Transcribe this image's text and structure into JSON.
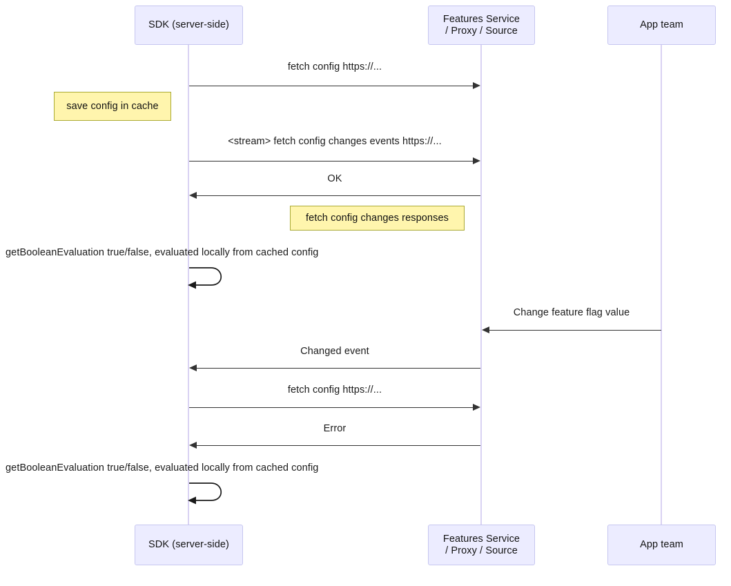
{
  "diagram": {
    "type": "sequence-diagram",
    "title": "",
    "participants": [
      {
        "id": "sdk",
        "label": "SDK (server-side)"
      },
      {
        "id": "features",
        "label": "Features Service\n/ Proxy / Source"
      },
      {
        "id": "appteam",
        "label": "App team"
      }
    ],
    "colors": {
      "participant_fill": "#ececff",
      "participant_border": "#c6c6f0",
      "lifeline": "#d9d2f3",
      "arrow": "#333333",
      "note_fill": "#fff5ad",
      "note_border": "#aaaa33",
      "text": "#1a1a1a",
      "background": "#ffffff"
    },
    "messages": [
      {
        "id": "m1",
        "from": "sdk",
        "to": "features",
        "direction": "right",
        "label": "fetch config https://..."
      },
      {
        "id": "m2",
        "from": "sdk",
        "to": "features",
        "direction": "right",
        "label": "<stream> fetch config changes events https://..."
      },
      {
        "id": "m3",
        "from": "features",
        "to": "sdk",
        "direction": "left",
        "label": "OK"
      },
      {
        "id": "m4",
        "from": "sdk",
        "to": "sdk",
        "direction": "self",
        "label": "getBooleanEvaluation true/false, evaluated locally from cached config"
      },
      {
        "id": "m5",
        "from": "appteam",
        "to": "features",
        "direction": "left",
        "label": "Change feature flag value"
      },
      {
        "id": "m6",
        "from": "features",
        "to": "sdk",
        "direction": "left",
        "label": "Changed event"
      },
      {
        "id": "m7",
        "from": "sdk",
        "to": "features",
        "direction": "right",
        "label": "fetch config https://..."
      },
      {
        "id": "m8",
        "from": "features",
        "to": "sdk",
        "direction": "left",
        "label": "Error"
      },
      {
        "id": "m9",
        "from": "sdk",
        "to": "sdk",
        "direction": "self",
        "label": "getBooleanEvaluation true/false, evaluated locally from cached config"
      }
    ],
    "notes": [
      {
        "id": "n1",
        "label": "save config in cache",
        "over": "sdk",
        "position": "left"
      },
      {
        "id": "n2",
        "label": "fetch config changes responses",
        "over": "features",
        "position": "left"
      }
    ]
  }
}
